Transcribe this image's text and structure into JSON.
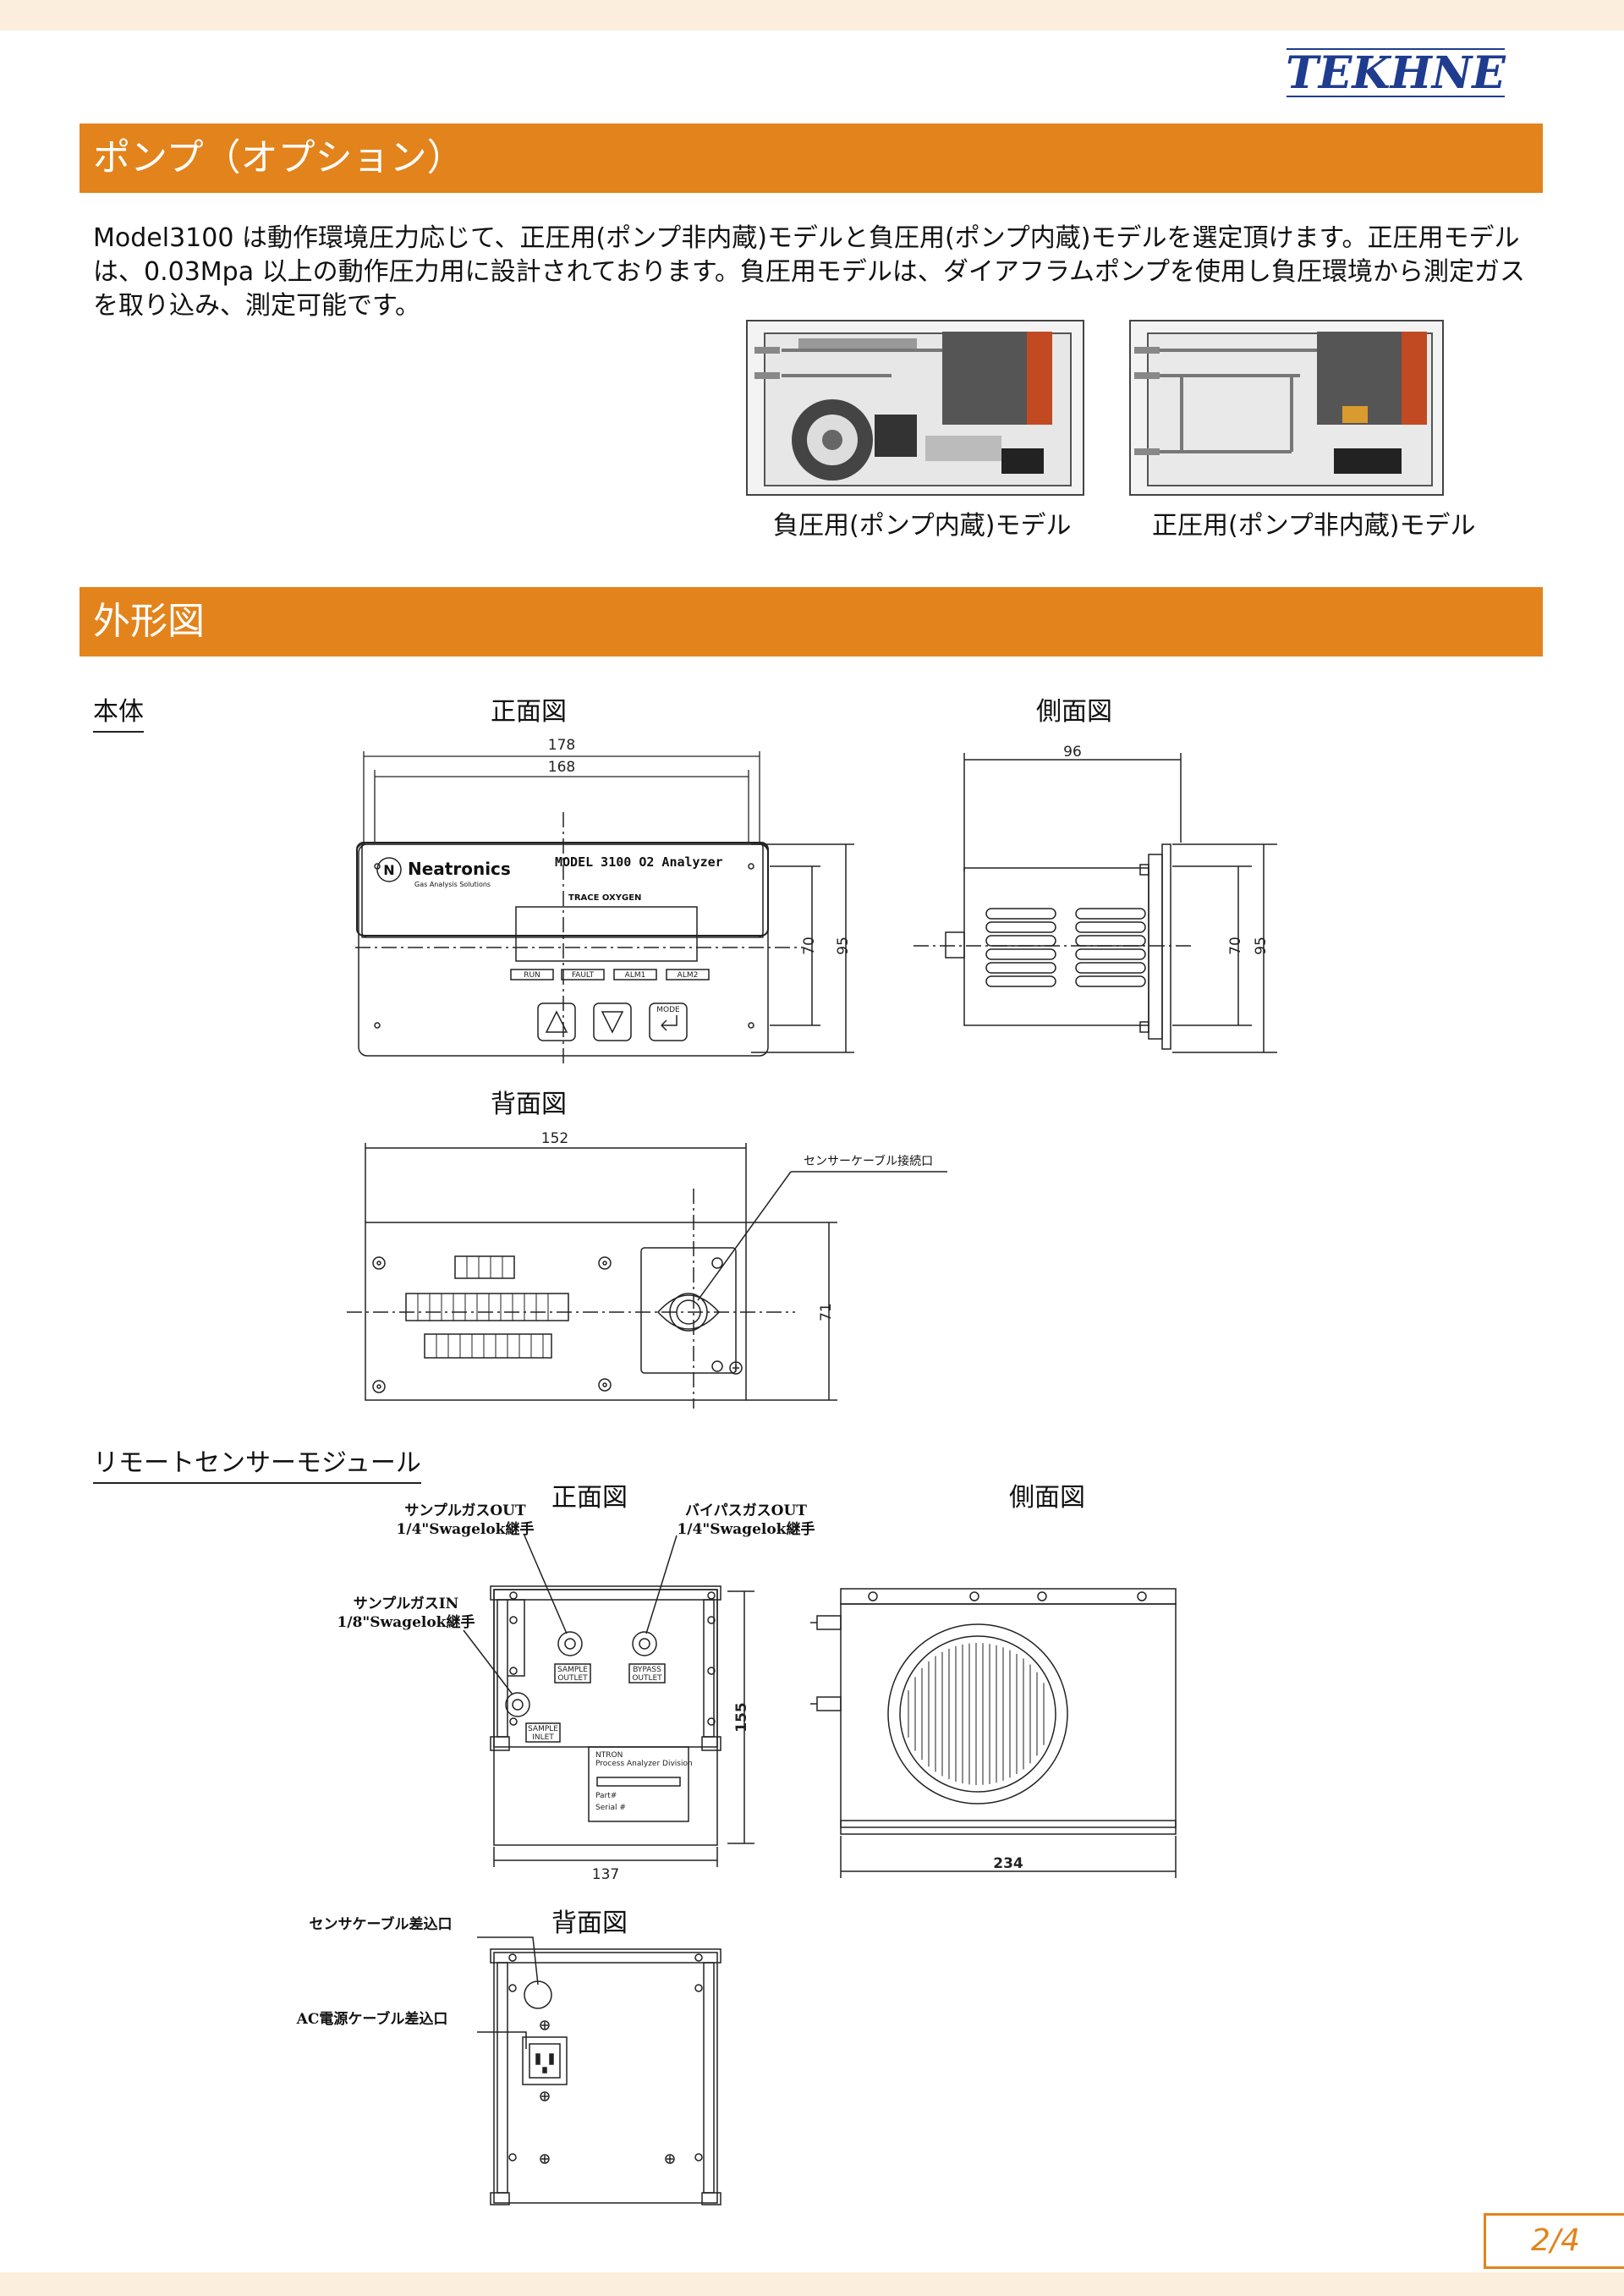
{
  "header": {
    "logo_text": "TEKHNE"
  },
  "pump_section": {
    "title": "ポンプ（オプション）",
    "intro": "Model3100 は動作環境圧力応じて、正圧用(ポンプ非内蔵)モデルと負圧用(ポンプ内蔵)モデルを選定頂けます。正圧用モデルは、0.03Mpa 以上の動作圧力用に設計されております。負圧用モデルは、ダイアフラムポンプを使用し負圧環境から測定ガスを取り込み、測定可能です。",
    "caption_negative": "負圧用(ポンプ内蔵)モデル",
    "caption_positive": "正圧用(ポンプ非内蔵)モデル"
  },
  "outline_section": {
    "title": "外形図",
    "body_heading": "本体",
    "front_view": "正面図",
    "side_view": "側面図",
    "back_view": "背面図",
    "main_front": {
      "dim_width_outer": "178",
      "dim_width_inner": "168",
      "dim_h_inner": "70",
      "dim_h_outer": "95",
      "brand": "Neatronics",
      "brand_tagline": "Gas Analysis Solutions",
      "model": "MODEL 3100 O2 Analyzer",
      "trace": "TRACE OXYGEN",
      "leds": [
        "RUN",
        "FAULT",
        "ALM1",
        "ALM2"
      ],
      "mode_label": "MODE"
    },
    "main_side": {
      "dim_depth": "96",
      "dim_h_inner": "70",
      "dim_h_outer": "95"
    },
    "main_back": {
      "dim_width": "152",
      "dim_height": "71",
      "cable_port_label": "センサーケーブル接続口"
    },
    "remote_heading": "リモートセンサーモジュール",
    "remote_front": {
      "sample_out_1": "サンプルガスOUT",
      "sample_out_2": "1/4\"Swagelok継手",
      "bypass_out_1": "バイパスガスOUT",
      "bypass_out_2": "1/4\"Swagelok継手",
      "sample_in_1": "サンプルガスIN",
      "sample_in_2": "1/8\"Swagelok継手",
      "tag_sample_outlet_1": "SAMPLE",
      "tag_sample_outlet_2": "OUTLET",
      "tag_bypass_outlet_1": "BYPASS",
      "tag_bypass_outlet_2": "OUTLET",
      "tag_sample_inlet_1": "SAMPLE",
      "tag_sample_inlet_2": "INLET",
      "plate_brand": "NTRON",
      "plate_division": "Process Analyzer Division",
      "plate_part": "Part#",
      "plate_serial": "Serial #",
      "dim_height": "155",
      "dim_width": "137"
    },
    "remote_side": {
      "dim_width": "234"
    },
    "remote_back": {
      "sensor_cable_port": "センサケーブル差込口",
      "ac_cable_port": "AC電源ケーブル差込口"
    }
  },
  "footer": {
    "page_number": "2/4"
  }
}
